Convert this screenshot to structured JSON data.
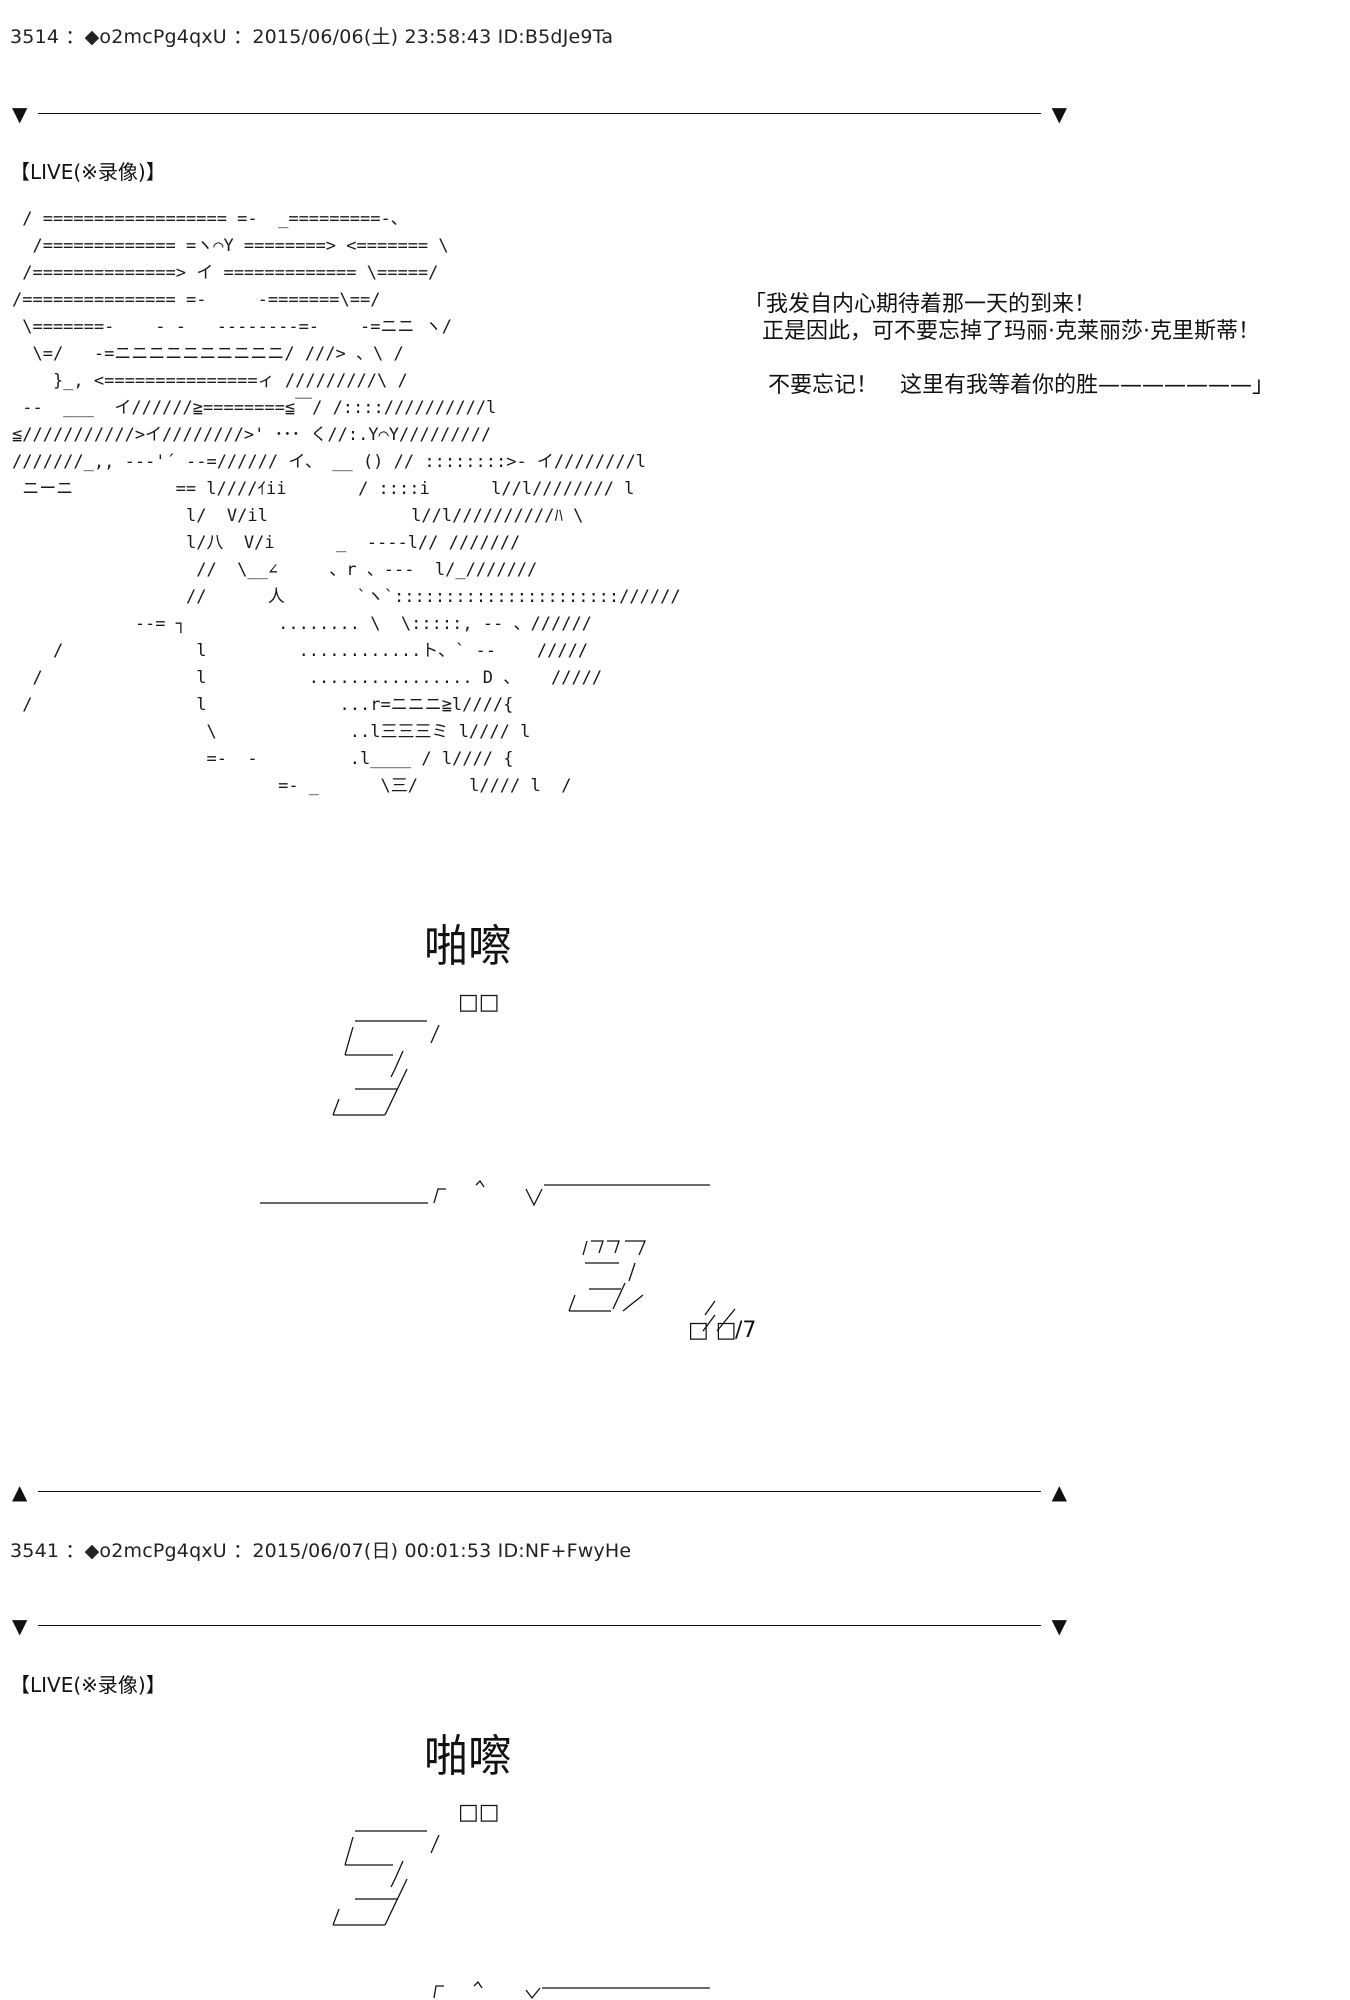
{
  "posts": [
    {
      "header": "3514 ：◆o2mcPg4qxU ：2015/06/06(土) 23:58:43 ID:B5dJe9Ta",
      "tag": "【LIVE(※录像)】",
      "speech": [
        "「我发自内心期待着那一天的到来！",
        "正是因此，可不要忘掉了玛丽·克莱丽莎·克里斯蒂！",
        "不要忘记！　这里有我等着你的胜———————」"
      ],
      "sfx_title": "啪嚓",
      "sfx_sub": "□□",
      "sfx_tail": "□ □",
      "ascii_art": " / ================== =-  _=========-、\n  /============= =ヽ⌒Y ========> <======= \\\n /==============> イ ============= \\=====/\n/=============== =-     -=======\\==/\n \\=======-    - -   --------=-    -=ニニ ヽ/\n  \\=/   -=ニニニニニニニニニニ/ ///> 、\\ /\n    }_, <===============ィ /////////\\ /\n --  ___  イ//////≧========≦￣/ /:::://////////l\n≦///////////>イ////////>' ･･･ く//:.Y⌒Y/////////\n///////_,, --‐'´ --=////// イ、 __ () // ::::::::>- イ////////l\n ニーニ          == l////ｲii       / ::::i      l//l//////// l\n                 l/  V/il              l//l//////////ﾊ \\\n                 l/八  V/i      _  ----l// ///////\n                  //  \\__∠     、r 、---  l/_///////\n                 //      人       `ヽ`:::::::::::::::::::::://////\n            --= ┐         ........ \\  \\:::::, -- 、//////\n    /             l         ............ト、` --    /////\n  /               l          ................ D 、   /////\n /                l             ...r=ニニニ≧l////{\n                   \\             ..l三三三ミ l//// l\n                   =-  -         .l____ / l//// {\n                          =- _      \\三/     l//// l  /"
    },
    {
      "header": "3541 ：◆o2mcPg4qxU ：2015/06/07(日) 00:01:53 ID:NF+FwyHe",
      "tag": "【LIVE(※录像)】",
      "sfx_title": "啪嚓",
      "sfx_sub": "□□"
    }
  ],
  "separators": {
    "top_glyph": "▼",
    "bottom_glyph": "▲"
  },
  "icons": [
    "triangle-down-icon",
    "triangle-up-icon"
  ]
}
